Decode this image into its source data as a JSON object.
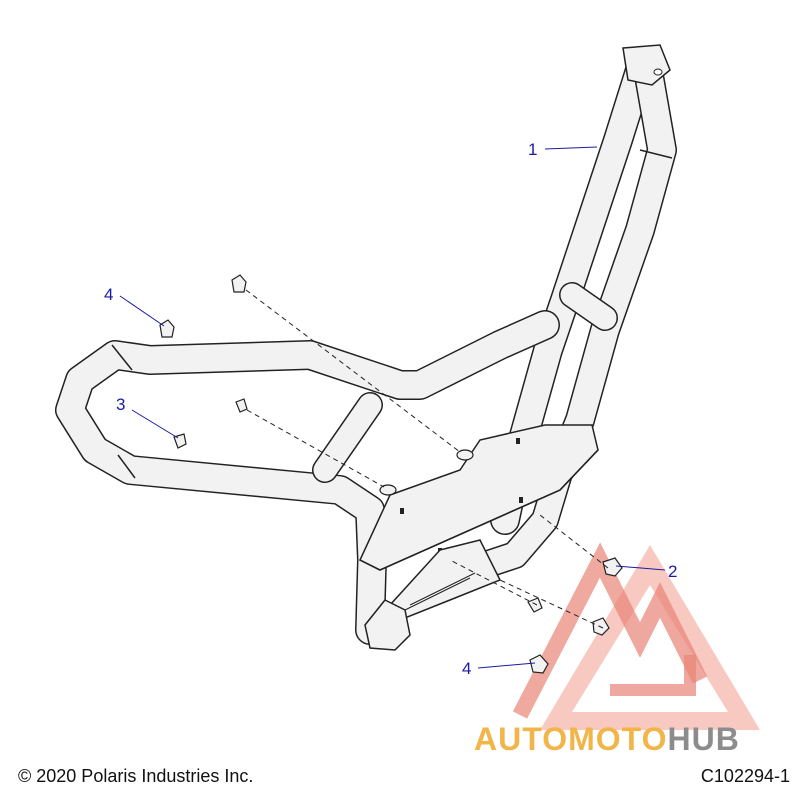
{
  "callouts": [
    {
      "number": "1",
      "part": "bumper-frame"
    },
    {
      "number": "2",
      "part": "nut"
    },
    {
      "number": "3",
      "part": "bolt"
    },
    {
      "number": "4",
      "part": "nut"
    },
    {
      "number": "4",
      "part": "nut"
    }
  ],
  "footer": {
    "copyright": "© 2020 Polaris Industries Inc.",
    "figure_id": "C102294-1"
  },
  "watermark": {
    "word_part1": "AUTOMOTO",
    "word_part2": "HUB",
    "color_primary": "#f08a7a",
    "color_text_warm": "#f2b54a",
    "color_text_gray": "#8c8c8c"
  },
  "colors": {
    "callout": "#1a1aa8",
    "line": "#222222"
  }
}
